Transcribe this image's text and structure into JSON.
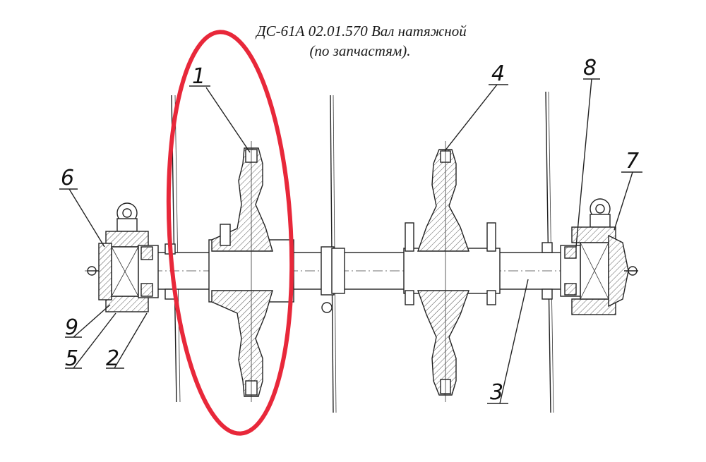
{
  "title": {
    "line1": "ДС-61А 02.01.570 Вал натяжной",
    "line2": "(по запчастям)."
  },
  "callouts": [
    {
      "id": "1",
      "label": "1"
    },
    {
      "id": "2",
      "label": "2"
    },
    {
      "id": "3",
      "label": "3"
    },
    {
      "id": "4",
      "label": "4"
    },
    {
      "id": "5",
      "label": "5"
    },
    {
      "id": "6",
      "label": "6"
    },
    {
      "id": "7",
      "label": "7"
    },
    {
      "id": "8",
      "label": "8"
    },
    {
      "id": "9",
      "label": "9"
    }
  ],
  "highlight": {
    "shape": "ellipse",
    "color": "#e8283a",
    "encloses": "1"
  }
}
